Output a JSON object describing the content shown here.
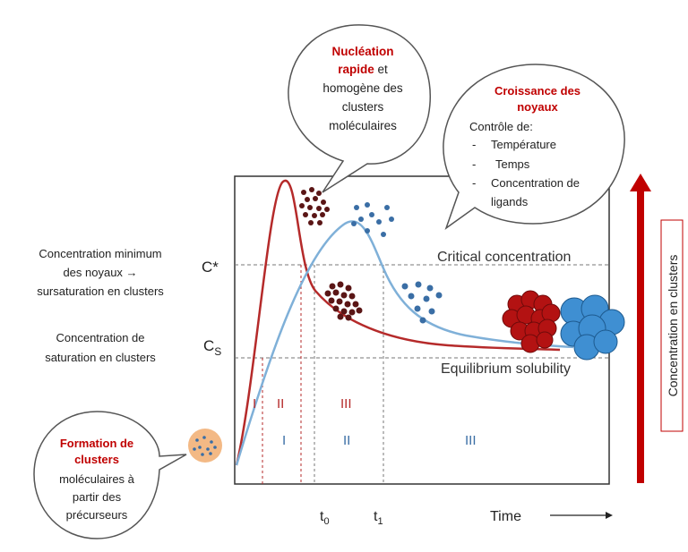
{
  "bubbles": {
    "nucleation": {
      "highlight_1": "Nucléation",
      "highlight_2": "rapide",
      "line_2_rest": " et",
      "line_3": "homogène des",
      "line_4": "clusters",
      "line_5": "moléculaires"
    },
    "growth": {
      "title_1": "Croissance des",
      "title_2": "noyaux",
      "subtitle": "Contrôle de:",
      "items": [
        "Température",
        "Temps",
        "Concentration de",
        "ligands"
      ],
      "bullet": "-"
    },
    "formation": {
      "title_1": "Formation de",
      "title_2": "clusters",
      "line_3": "moléculaires à",
      "line_4": "partir des",
      "line_5": "précurseurs"
    }
  },
  "left_labels": {
    "min_conc": [
      "Concentration minimum",
      "des noyaux →",
      "sursaturation en clusters"
    ],
    "sat_conc": [
      "Concentration  de",
      "saturation en clusters"
    ]
  },
  "axis": {
    "c_star": "C*",
    "c_s_main": "C",
    "c_s_sub": "S",
    "t0_main": "t",
    "t0_sub": "0",
    "t1_main": "t",
    "t1_sub": "1",
    "time": "Time",
    "arrow_glyph": "⟶",
    "critical": "Critical concentration",
    "equilibrium": "Equilibrium solubility",
    "right_axis": "Concentration en clusters"
  },
  "phases": {
    "red": [
      "I",
      "II",
      "III"
    ],
    "blue": [
      "I",
      "II",
      "III"
    ]
  },
  "colors": {
    "red_curve": "#b52a2a",
    "blue_curve": "#7fb0d8",
    "accent_red": "#c00000",
    "arrow_red": "#c00000",
    "phase_red": "#b52a2a",
    "phase_blue": "#3a6ea5",
    "dark_dots": "#5a1515",
    "blue_dots": "#3a6ea5",
    "red_spheres": "#b31212",
    "blue_spheres": "#3f8fd2"
  },
  "chart_data": {
    "type": "line",
    "xlabel": "Time",
    "ylabel": "Concentration en clusters",
    "y_reference_lines": [
      "C*",
      "Cs"
    ],
    "x_markers": [
      "t0",
      "t1"
    ],
    "series": [
      {
        "color": "#b52a2a",
        "description_points": [
          [
            0.0,
            0.05
          ],
          [
            0.05,
            0.85
          ],
          [
            0.1,
            1.0
          ],
          [
            0.18,
            0.55
          ],
          [
            0.3,
            0.3
          ],
          [
            0.6,
            0.2
          ],
          [
            1.0,
            0.18
          ]
        ]
      },
      {
        "color": "#7fb0d8",
        "description_points": [
          [
            0.0,
            0.05
          ],
          [
            0.2,
            0.6
          ],
          [
            0.33,
            0.73
          ],
          [
            0.45,
            0.6
          ],
          [
            0.6,
            0.35
          ],
          [
            1.0,
            0.22
          ]
        ]
      }
    ]
  }
}
